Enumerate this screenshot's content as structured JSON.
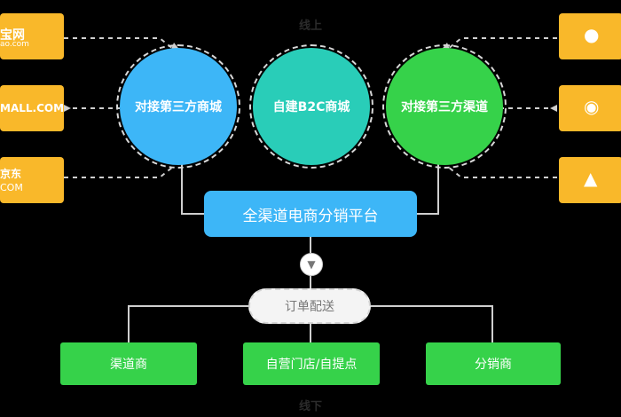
{
  "labels": {
    "top": "线上",
    "bottom": "线下"
  },
  "left_logos": [
    {
      "name": "taobao",
      "line1": "宝网",
      "line2": "ao.com"
    },
    {
      "name": "tmall",
      "line1": "MALL.COM",
      "line2": ""
    },
    {
      "name": "jd",
      "line1": "京东",
      "line2": "COM"
    }
  ],
  "right_logos": [
    {
      "name": "wechat",
      "icon": "wechat-icon",
      "glyph": "●"
    },
    {
      "name": "weibo",
      "icon": "weibo-icon",
      "glyph": "◉"
    },
    {
      "name": "qq",
      "icon": "qq-icon",
      "glyph": "▲"
    }
  ],
  "circles": {
    "left": "对接第三方商城",
    "center": "自建B2C商城",
    "right": "对接第三方渠道"
  },
  "platform": "全渠道电商分销平台",
  "order": "订单配送",
  "bottom_boxes": {
    "left": "渠道商",
    "center": "自营门店/自提点",
    "right": "分销商"
  },
  "colors": {
    "logo_yellow": "#f9b82a",
    "blue": "#3db6f7",
    "teal": "#29cdb8",
    "green": "#36d24a"
  }
}
